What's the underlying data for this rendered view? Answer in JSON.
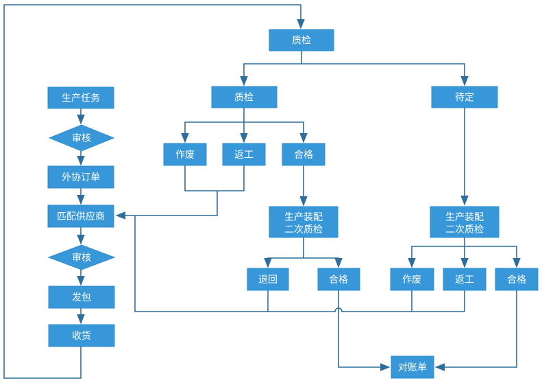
{
  "flowchart": {
    "colors": {
      "node_fill": "#3897d8",
      "node_border": "#2f8ccc",
      "node_text": "#ffffff",
      "connector": "#2d6e9e",
      "background": "#ffffff"
    },
    "nodes": {
      "production_task": {
        "label": "生产任务",
        "shape": "rect"
      },
      "review_1": {
        "label": "审核",
        "shape": "diamond"
      },
      "outsourcing_order": {
        "label": "外协订单",
        "shape": "rect"
      },
      "match_supplier": {
        "label": "匹配供应商",
        "shape": "rect"
      },
      "review_2": {
        "label": "审核",
        "shape": "diamond"
      },
      "issue_package": {
        "label": "发包",
        "shape": "rect"
      },
      "receive_goods": {
        "label": "收货",
        "shape": "rect"
      },
      "quality_check_top": {
        "label": "质检",
        "shape": "rect"
      },
      "quality_check_mid": {
        "label": "质检",
        "shape": "rect"
      },
      "pending": {
        "label": "待定",
        "shape": "rect"
      },
      "void_mid": {
        "label": "作废",
        "shape": "rect"
      },
      "rework_mid": {
        "label": "返工",
        "shape": "rect"
      },
      "qualified_mid": {
        "label": "合格",
        "shape": "rect"
      },
      "assembly_recheck_left": {
        "label_line1": "生产装配",
        "label_line2": "二次质检",
        "shape": "rect"
      },
      "return_item": {
        "label": "退回",
        "shape": "rect"
      },
      "qualified_second": {
        "label": "合格",
        "shape": "rect"
      },
      "assembly_recheck_right": {
        "label_line1": "生产装配",
        "label_line2": "二次质检",
        "shape": "rect"
      },
      "void_right": {
        "label": "作废",
        "shape": "rect"
      },
      "rework_right": {
        "label": "返工",
        "shape": "rect"
      },
      "qualified_right": {
        "label": "合格",
        "shape": "rect"
      },
      "statement": {
        "label": "对账单",
        "shape": "rect"
      }
    },
    "edges": [
      {
        "from": "production_task",
        "to": "review_1"
      },
      {
        "from": "review_1",
        "to": "outsourcing_order"
      },
      {
        "from": "outsourcing_order",
        "to": "match_supplier"
      },
      {
        "from": "match_supplier",
        "to": "review_2"
      },
      {
        "from": "review_2",
        "to": "issue_package"
      },
      {
        "from": "issue_package",
        "to": "receive_goods"
      },
      {
        "from": "receive_goods",
        "to": "quality_check_top"
      },
      {
        "from": "quality_check_top",
        "to": "quality_check_mid"
      },
      {
        "from": "quality_check_top",
        "to": "pending"
      },
      {
        "from": "quality_check_mid",
        "to": "void_mid"
      },
      {
        "from": "quality_check_mid",
        "to": "rework_mid"
      },
      {
        "from": "quality_check_mid",
        "to": "qualified_mid"
      },
      {
        "from": "void_mid",
        "to": "match_supplier"
      },
      {
        "from": "rework_mid",
        "to": "match_supplier"
      },
      {
        "from": "qualified_mid",
        "to": "assembly_recheck_left"
      },
      {
        "from": "assembly_recheck_left",
        "to": "return_item"
      },
      {
        "from": "assembly_recheck_left",
        "to": "qualified_second"
      },
      {
        "from": "return_item",
        "to": "match_supplier"
      },
      {
        "from": "qualified_second",
        "to": "statement"
      },
      {
        "from": "pending",
        "to": "assembly_recheck_right"
      },
      {
        "from": "assembly_recheck_right",
        "to": "void_right"
      },
      {
        "from": "assembly_recheck_right",
        "to": "rework_right"
      },
      {
        "from": "assembly_recheck_right",
        "to": "qualified_right"
      },
      {
        "from": "void_right",
        "to": "match_supplier"
      },
      {
        "from": "rework_right",
        "to": "match_supplier"
      },
      {
        "from": "qualified_right",
        "to": "statement"
      }
    ]
  }
}
